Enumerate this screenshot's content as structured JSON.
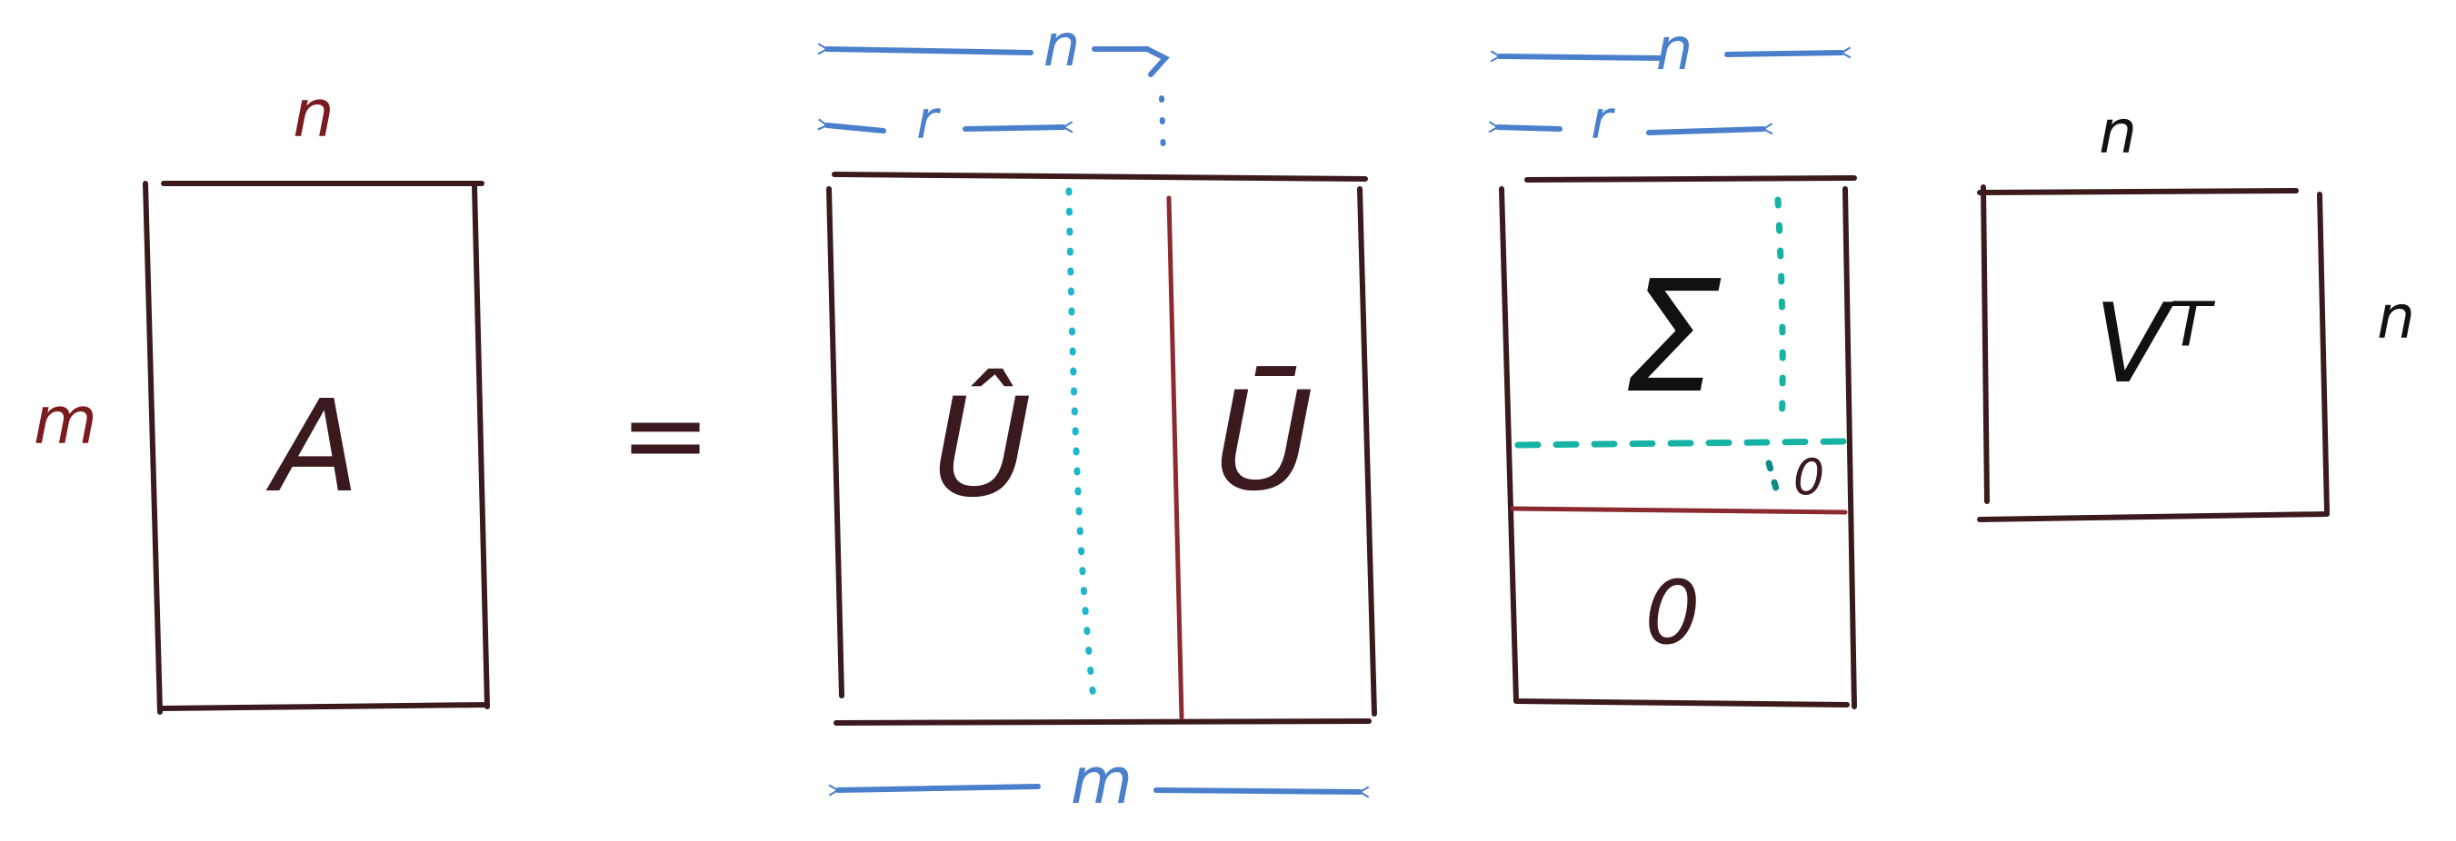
{
  "colors": {
    "frame": "#3a1a1c",
    "divider": "#8b2a2f",
    "dim_red": "#7a1b1f",
    "arrow_blue": "#4a7fcc",
    "cyan": "#1fb6cc",
    "teal": "#16b3a5",
    "teal_dark": "#0f8a8a",
    "ink": "#111111"
  },
  "matrix_a": {
    "symbol": "A",
    "rows_label": "m",
    "cols_label": "n"
  },
  "equals": "=",
  "matrix_u": {
    "left_symbol": "Û",
    "right_symbol": "Ū",
    "width_label_top": "n",
    "width_label_inner": "r",
    "width_label_bottom": "m"
  },
  "matrix_sigma": {
    "symbol": "Σ",
    "width_label_top": "n",
    "width_label_inner": "r",
    "corner_zero": "0",
    "bottom_zero": "0"
  },
  "matrix_vt": {
    "symbol": "Vᵀ",
    "rows_label": "n",
    "cols_label": "n"
  }
}
